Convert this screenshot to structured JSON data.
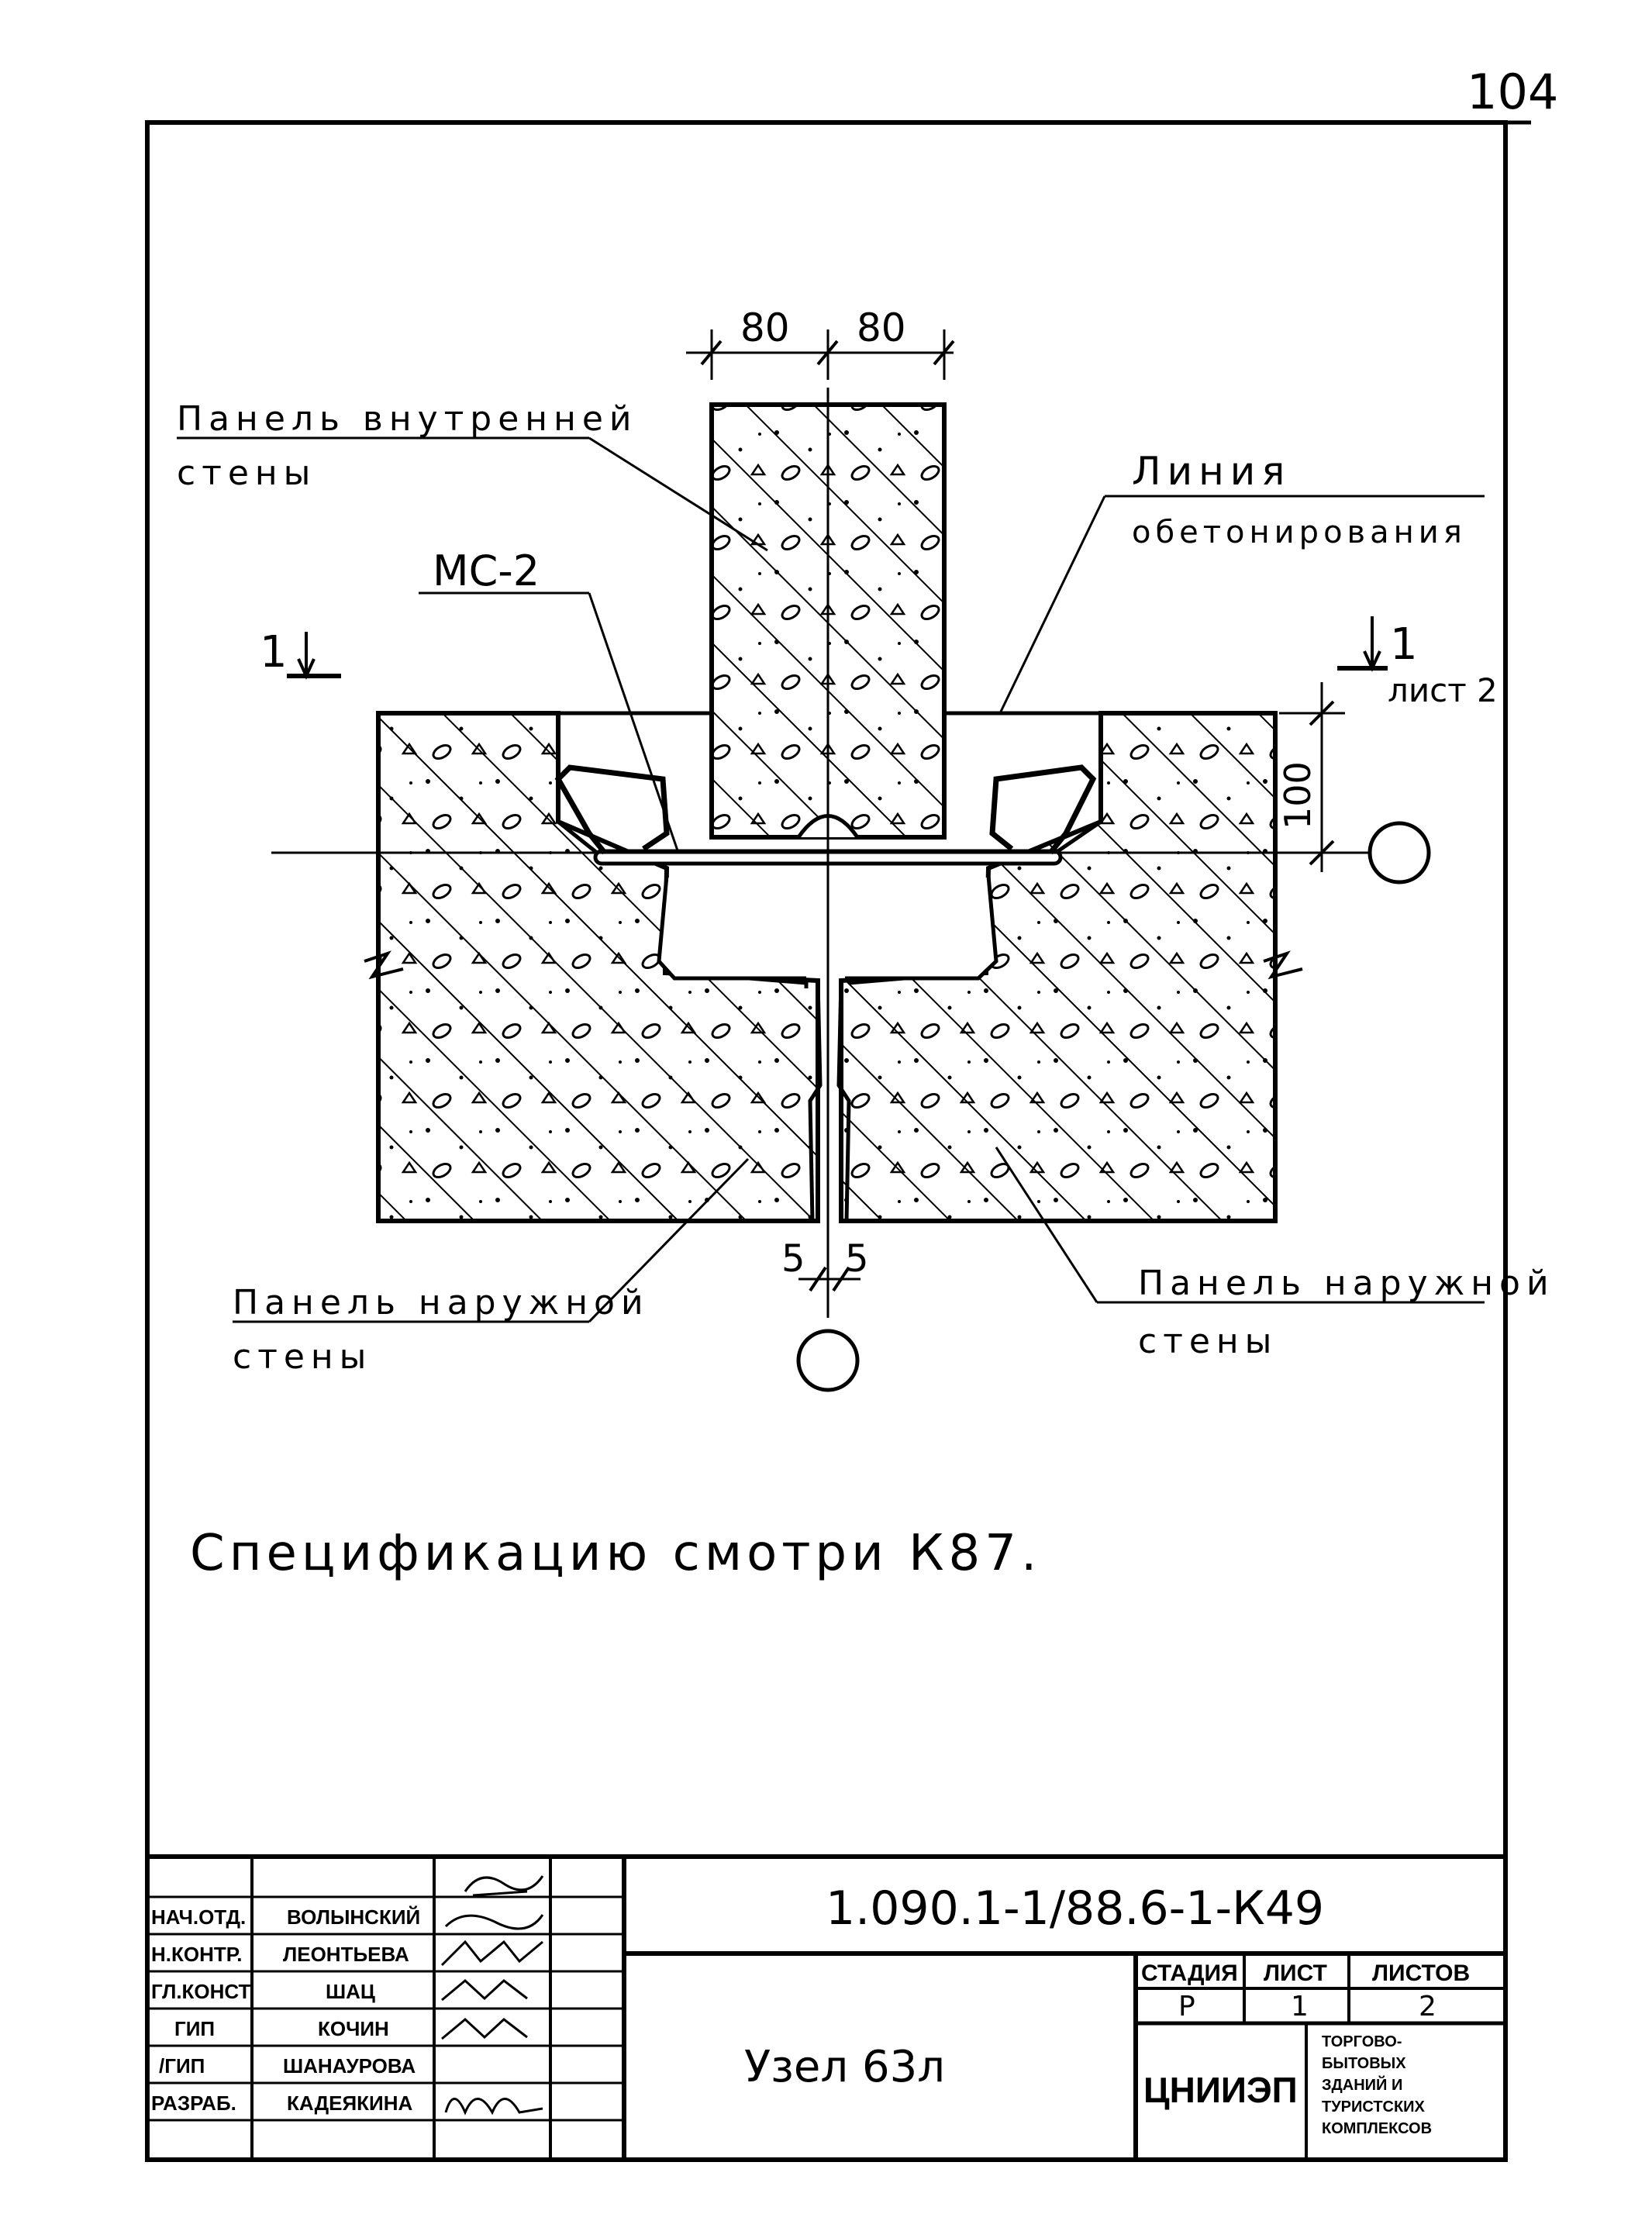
{
  "page_number": "104",
  "drawing": {
    "dim_left": "80",
    "dim_right": "80",
    "dim_height": "100",
    "dim_gap_left": "5",
    "dim_gap_right": "5",
    "section_left": "1",
    "section_right": "1",
    "section_sheet": "лист 2",
    "labels": {
      "inner_panel_1": "Панель внутренней",
      "inner_panel_2": "стены",
      "concrete_line_1": "Линия",
      "concrete_line_2": "обетонирования",
      "mc2": "МС-2",
      "outer_panel_left_1": "Панель наружной",
      "outer_panel_left_2": "стены",
      "outer_panel_right_1": "Панель наружной",
      "outer_panel_right_2": "стены"
    }
  },
  "note": "Спецификацию смотри К87.",
  "title_block": {
    "doc_code": "1.090.1-1/88.6-1-К49",
    "node_title": "Узел 63л",
    "roles": [
      {
        "role": "НАЧ.ОТД.",
        "name": "ВОЛЫНСКИЙ"
      },
      {
        "role": "Н.КОНТР.",
        "name": "ЛЕОНТЬЕВА"
      },
      {
        "role": "ГЛ.КОНСТ",
        "name": "ШАЦ"
      },
      {
        "role": "ГИП",
        "name": "КОЧИН"
      },
      {
        "role": "/ГИП",
        "name": "ШАНАУРОВА"
      },
      {
        "role": "РАЗРАБ.",
        "name": "КАДЕЯКИНА"
      }
    ],
    "stage_label": "СТАДИЯ",
    "sheet_label": "ЛИСТ",
    "sheets_label": "ЛИСТОВ",
    "stage_value": "Р",
    "sheet_value": "1",
    "sheets_value": "2",
    "org": "ЦНИИЭП",
    "org_sub": [
      "ТОРГОВО-",
      "БЫТОВЫХ",
      "ЗДАНИЙ И",
      "ТУРИСТСКИХ",
      "КОМПЛЕКСОВ"
    ]
  }
}
